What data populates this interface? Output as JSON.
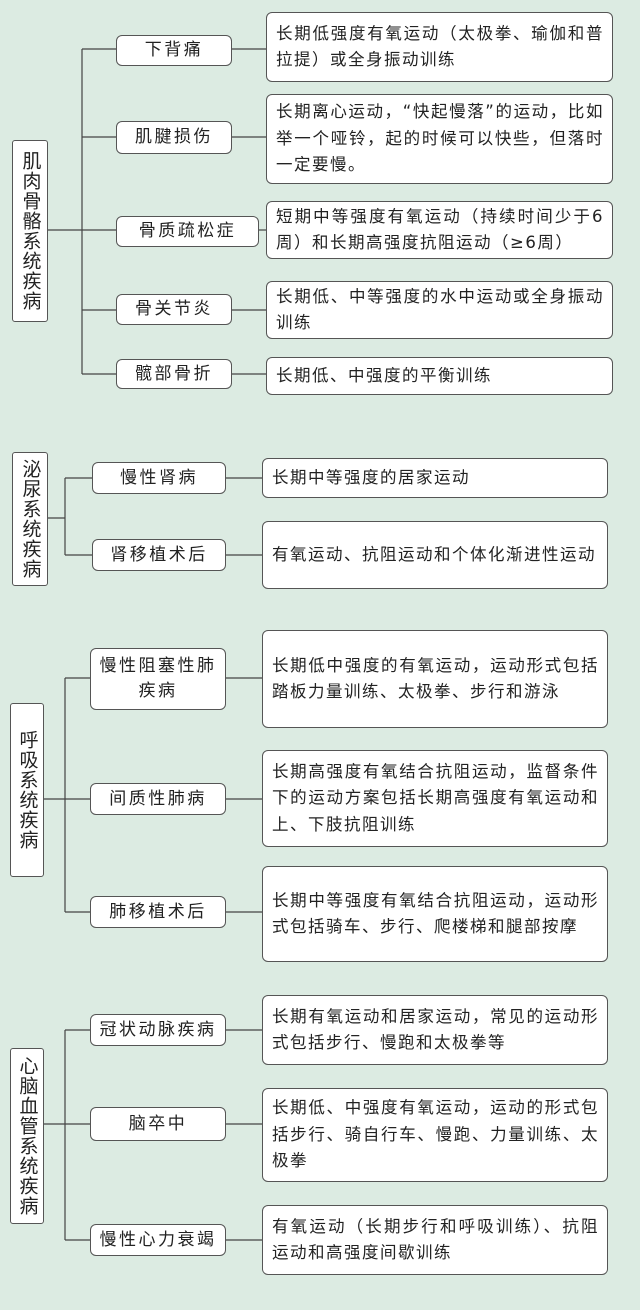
{
  "groups": [
    {
      "category": "肌肉骨骼系统疾病",
      "items": [
        {
          "name": "下背痛",
          "desc": "长期低强度有氧运动（太极拳、瑜伽和普拉提）或全身振动训练"
        },
        {
          "name": "肌腱损伤",
          "desc": "长期离心运动，“快起慢落”的运动，比如举一个哑铃，起的时候可以快些，但落时一定要慢。"
        },
        {
          "name": "骨质疏松症",
          "desc": "短期中等强度有氧运动（持续时间少于6周）和长期高强度抗阻运动（≥6周）"
        },
        {
          "name": "骨关节炎",
          "desc": "长期低、中等强度的水中运动或全身振动训练"
        },
        {
          "name": "髋部骨折",
          "desc": "长期低、中强度的平衡训练"
        }
      ]
    },
    {
      "category": "泌尿系统疾病",
      "items": [
        {
          "name": "慢性肾病",
          "desc": "长期中等强度的居家运动"
        },
        {
          "name": "肾移植术后",
          "desc": "有氧运动、抗阻运动和个体化渐进性运动"
        }
      ]
    },
    {
      "category": "呼吸系统疾病",
      "items": [
        {
          "name": "慢性阻塞性肺疾病",
          "desc": "长期低中强度的有氧运动，运动形式包括踏板力量训练、太极拳、步行和游泳"
        },
        {
          "name": "间质性肺病",
          "desc": "长期高强度有氧结合抗阻运动，监督条件下的运动方案包括长期高强度有氧运动和上、下肢抗阻训练"
        },
        {
          "name": "肺移植术后",
          "desc": "长期中等强度有氧结合抗阻运动，运动形式包括骑车、步行、爬楼梯和腿部按摩"
        }
      ]
    },
    {
      "category": "心脑血管系统疾病",
      "items": [
        {
          "name": "冠状动脉疾病",
          "desc": "长期有氧运动和居家运动，常见的运动形式包括步行、慢跑和太极拳等"
        },
        {
          "name": "脑卒中",
          "desc": "长期低、中强度有氧运动，运动的形式包括步行、骑自行车、慢跑、力量训练、太极拳"
        },
        {
          "name": "慢性心力衰竭",
          "desc": "有氧运动（长期步行和呼吸训练）、抗阻运动和高强度间歇训练"
        }
      ]
    }
  ]
}
